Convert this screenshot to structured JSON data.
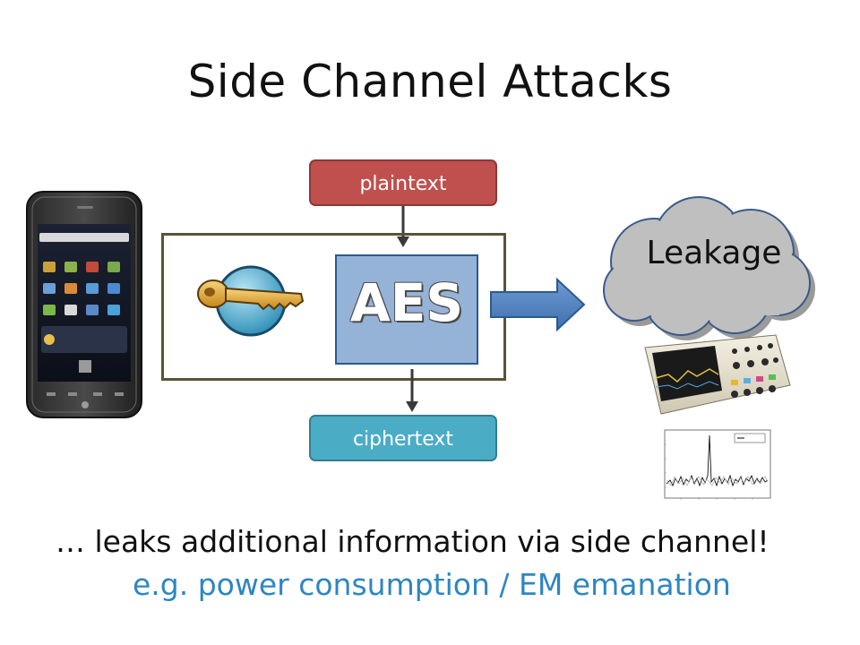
{
  "slide": {
    "title": "Side Channel Attacks",
    "plaintext_label": "plaintext",
    "ciphertext_label": "ciphertext",
    "aes_label": "AES",
    "leakage_label": "Leakage",
    "line1": "… leaks additional information via side channel!",
    "line2": "e.g. power consumption / EM emanation"
  },
  "colors": {
    "plaintext_box": "#c0504d",
    "ciphertext_box": "#4bacc6",
    "aes_box": "#95b3d7",
    "arrow": "#4f81bd",
    "cloud": "#bfbfbf",
    "note_text": "#2e86c1"
  },
  "icons": [
    "smartphone-image",
    "key-icon",
    "oscilloscope-image",
    "power-trace-plot"
  ]
}
